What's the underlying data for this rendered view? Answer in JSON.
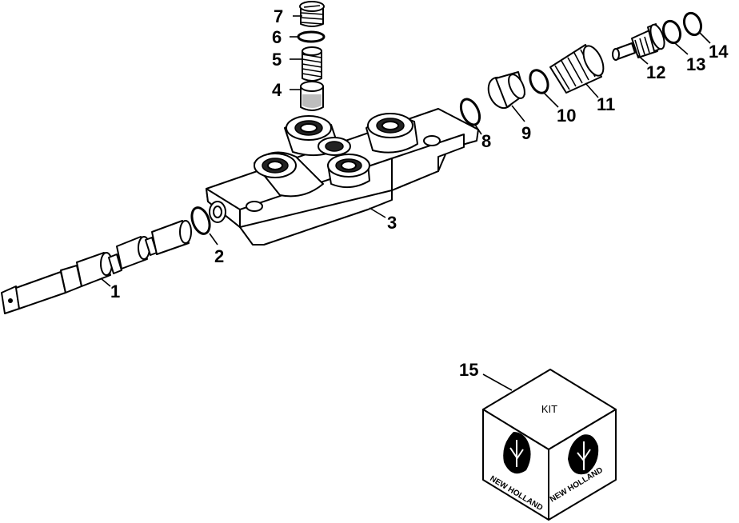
{
  "callouts": {
    "c1": "1",
    "c2": "2",
    "c3": "3",
    "c4": "4",
    "c5": "5",
    "c6": "6",
    "c7": "7",
    "c8": "8",
    "c9": "9",
    "c10": "10",
    "c11": "11",
    "c12": "12",
    "c13": "13",
    "c14": "14",
    "c15": "15"
  },
  "kit": {
    "label": "KIT",
    "brand_left": "NEW HOLLAND",
    "brand_right": "NEW HOLLAND"
  },
  "colors": {
    "line": "#000000",
    "background": "#ffffff"
  }
}
